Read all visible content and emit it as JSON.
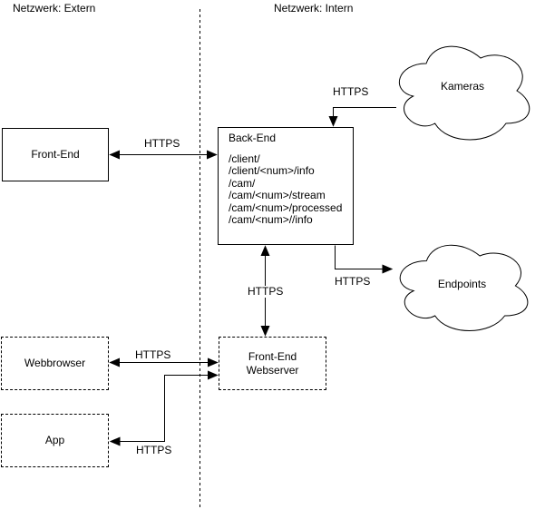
{
  "zones": {
    "extern": "Netzwerk: Extern",
    "intern": "Netzwerk: Intern"
  },
  "nodes": {
    "front_end": {
      "label": "Front-End"
    },
    "back_end": {
      "title": "Back-End",
      "endpoints": [
        "/client/",
        "/client/<num>/info",
        "/cam/",
        "/cam/<num>/stream",
        "/cam/<num>/processed",
        "/cam/<num>//info"
      ]
    },
    "webbrowser": {
      "label": "Webbrowser"
    },
    "app": {
      "label": "App"
    },
    "front_end_webserver": {
      "line1": "Front-End",
      "line2": "Webserver"
    },
    "kameras": {
      "label": "Kameras"
    },
    "endpoints_cloud": {
      "label": "Endpoints"
    }
  },
  "connections": {
    "front_end_back_end": {
      "label": "HTTPS"
    },
    "kameras_back_end": {
      "label": "HTTPS"
    },
    "back_end_endpoints": {
      "label": "HTTPS"
    },
    "back_end_webserver": {
      "label": "HTTPS"
    },
    "webbrowser_webserver": {
      "label": "HTTPS"
    },
    "app_webserver": {
      "label": "HTTPS"
    }
  },
  "colors": {
    "stroke": "#000000",
    "text": "#000000",
    "canvas": "#ffffff"
  }
}
